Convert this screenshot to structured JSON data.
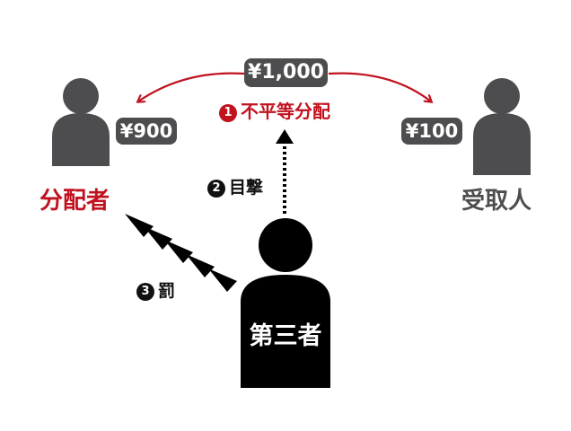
{
  "colors": {
    "accent_red": "#c1121f",
    "figure_gray": "#4d4d4f",
    "figure_black": "#000000"
  },
  "amounts": {
    "total": "¥1,000",
    "distributor_share": "¥900",
    "recipient_share": "¥100"
  },
  "roles": {
    "distributor": "分配者",
    "recipient": "受取人",
    "third_party": "第三者"
  },
  "steps": [
    {
      "number": "1",
      "label": "不平等分配",
      "icon": "number-circle-icon"
    },
    {
      "number": "2",
      "label": "目撃",
      "icon": "number-circle-icon"
    },
    {
      "number": "3",
      "label": "罰",
      "icon": "number-circle-icon"
    }
  ],
  "icons": [
    "person-icon",
    "curved-arrow-icon",
    "dotted-arrow-icon",
    "triangle-chevron-arrow-icon"
  ]
}
